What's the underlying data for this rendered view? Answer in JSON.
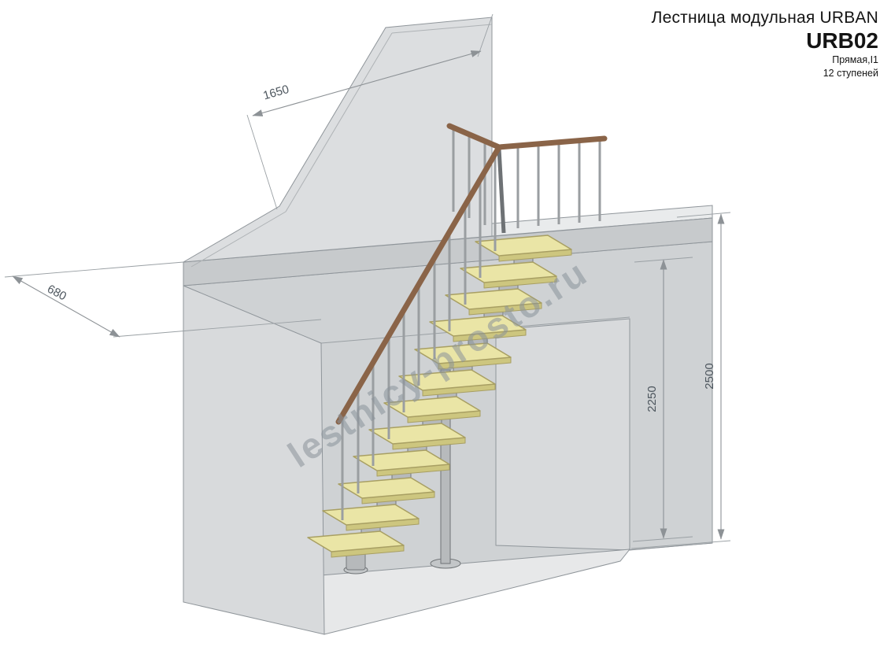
{
  "title_block": {
    "product_line": "Лестница модульная URBAN",
    "model": "URB02",
    "type_line": "Прямая,I1",
    "steps_line": "12 ступеней"
  },
  "dimensions": {
    "wall_top_width": "1650",
    "landing_overhang": "680",
    "floor_to_floor_height": "2500",
    "ceiling_height": "2250"
  },
  "watermark": {
    "text": "lestnicy-prosto.ru"
  },
  "drawing": {
    "staircase": {
      "model": "URB02",
      "type": "Прямая, I1",
      "step_count": 12
    },
    "colors": {
      "tread": "#eae5a6",
      "tread_edge": "#a89f63",
      "handrail": "#8a6448",
      "metal": "#b6b9bb",
      "wall": "#dcdee0",
      "dimension_line": "#8d9296"
    }
  }
}
